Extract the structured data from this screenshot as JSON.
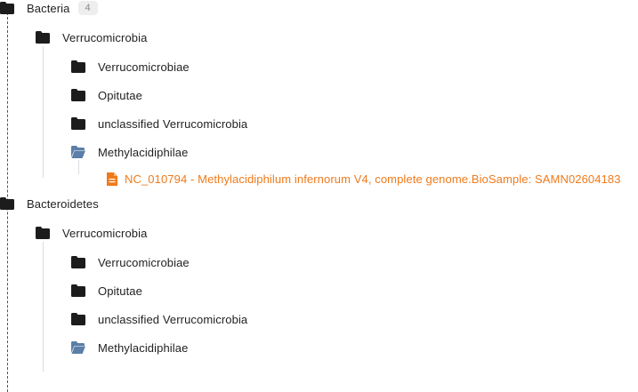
{
  "colors": {
    "folder": "#1c1c1c",
    "folder_open": "#5b7fa8",
    "file": "#f07a1a",
    "badge_bg": "#eeeeee",
    "guide_dark": "#2f5b8a",
    "guide_light": "#d8dde3"
  },
  "tree": {
    "groups": [
      {
        "label": "Bacteria",
        "badge": "4",
        "icon": "folder-icon",
        "child": {
          "label": "Verrucomicrobia",
          "icon": "folder-icon",
          "children": [
            {
              "label": "Verrucomicrobiae",
              "icon": "folder-icon"
            },
            {
              "label": "Opitutae",
              "icon": "folder-icon"
            },
            {
              "label": "unclassified Verrucomicrobia",
              "icon": "folder-icon"
            },
            {
              "label": "Methylacidiphilae",
              "icon": "folder-open-icon"
            }
          ],
          "file": {
            "label": "NC_010794 - Methylacidiphilum infernorum V4, complete genome.BioSample: SAMN02604183",
            "icon": "file-icon"
          }
        }
      },
      {
        "label": "Bacteroidetes",
        "icon": "folder-icon",
        "child": {
          "label": "Verrucomicrobia",
          "icon": "folder-icon",
          "children": [
            {
              "label": "Verrucomicrobiae",
              "icon": "folder-icon"
            },
            {
              "label": "Opitutae",
              "icon": "folder-icon"
            },
            {
              "label": "unclassified Verrucomicrobia",
              "icon": "folder-icon"
            },
            {
              "label": "Methylacidiphilae",
              "icon": "folder-open-icon"
            }
          ]
        }
      }
    ]
  }
}
